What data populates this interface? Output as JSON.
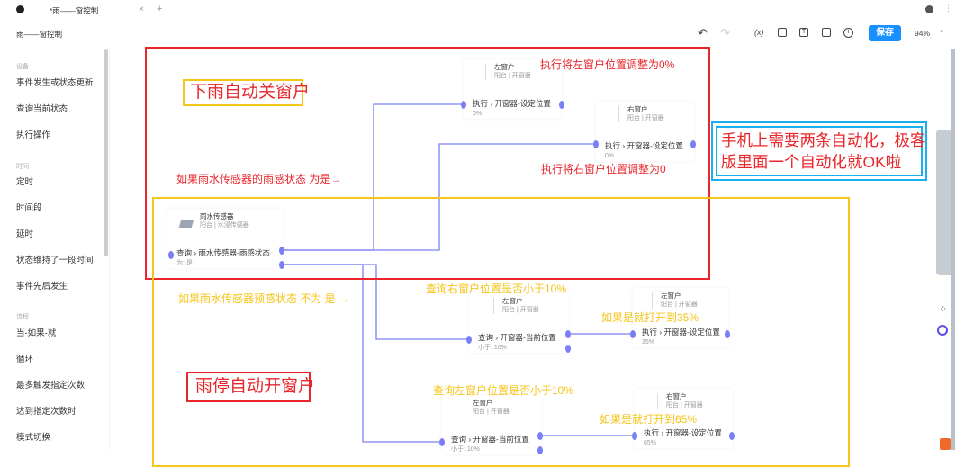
{
  "tab": {
    "title": "*雨——窗控制",
    "close": "×",
    "add": "+"
  },
  "toolbar": {
    "title": "雨——窗控制",
    "undo": "↶",
    "redo": "↷",
    "variables": "(x)",
    "save": "保存",
    "zoom": "94%",
    "zoom_chevron": "⌄"
  },
  "sidebar": {
    "sections": [
      {
        "label": "设备",
        "items": [
          "事件发生或状态更新",
          "查询当前状态",
          "执行操作"
        ]
      },
      {
        "label": "时间",
        "items": [
          "定时",
          "时间段",
          "延时",
          "状态维持了一段时间",
          "事件先后发生"
        ]
      },
      {
        "label": "流程",
        "items": [
          "当-如果-就",
          "循环",
          "最多触发指定次数",
          "达到指定次数时",
          "模式切换"
        ]
      }
    ]
  },
  "nodes": [
    {
      "title": "雨水传感器",
      "sub": "阳台 | 水浸传感器",
      "row": "查询 › 雨水传感器-雨感状态",
      "value": "为: 是"
    },
    {
      "title": "左窗户",
      "sub": "阳台 | 开窗器",
      "row": "执行 › 开窗器-设定位置",
      "value": "0%"
    },
    {
      "title": "右窗户",
      "sub": "阳台 | 开窗器",
      "row": "执行 › 开窗器-设定位置",
      "value": "0%"
    },
    {
      "title": "左窗户",
      "sub": "阳台 | 开窗器",
      "row": "查询 › 开窗器-当前位置",
      "value": "小于: 10%"
    },
    {
      "title": "左窗户",
      "sub": "阳台 | 开窗器",
      "row": "执行 › 开窗器-设定位置",
      "value": "35%"
    },
    {
      "title": "左窗户",
      "sub": "阳台 | 开窗器",
      "row": "查询 › 开窗器-当前位置",
      "value": "小于: 10%"
    },
    {
      "title": "右窗户",
      "sub": "阳台 | 开窗器",
      "row": "执行 › 开窗器-设定位置",
      "value": "65%"
    }
  ],
  "annotations": {
    "close_title": "下雨自动关窗户",
    "open_title": "雨停自动开窗户",
    "note": [
      "手机上需要两条自动化，极客",
      "版里面一个自动化就OK啦"
    ],
    "left_zero": "执行将左窗户位置调整为0%",
    "right_zero": "执行将右窗户位置调整为0",
    "if_rain": "如果雨水传感器的雨感状态 为是→",
    "if_not_rain": "如果雨水传感器预感状态 不为 是 →",
    "query_right": "查询右窗户位置是否小于10%",
    "open35": "如果是就打开到35%",
    "query_left": "查询左窗户位置是否小于10%",
    "open65": "如果是就打开到65%"
  },
  "colors": {
    "accent": "#1890ff",
    "edge": "#7b7ff5",
    "annot_red": "#e8262b",
    "annot_yellow": "#f5c518",
    "annot_blue": "#1ab0f0"
  }
}
